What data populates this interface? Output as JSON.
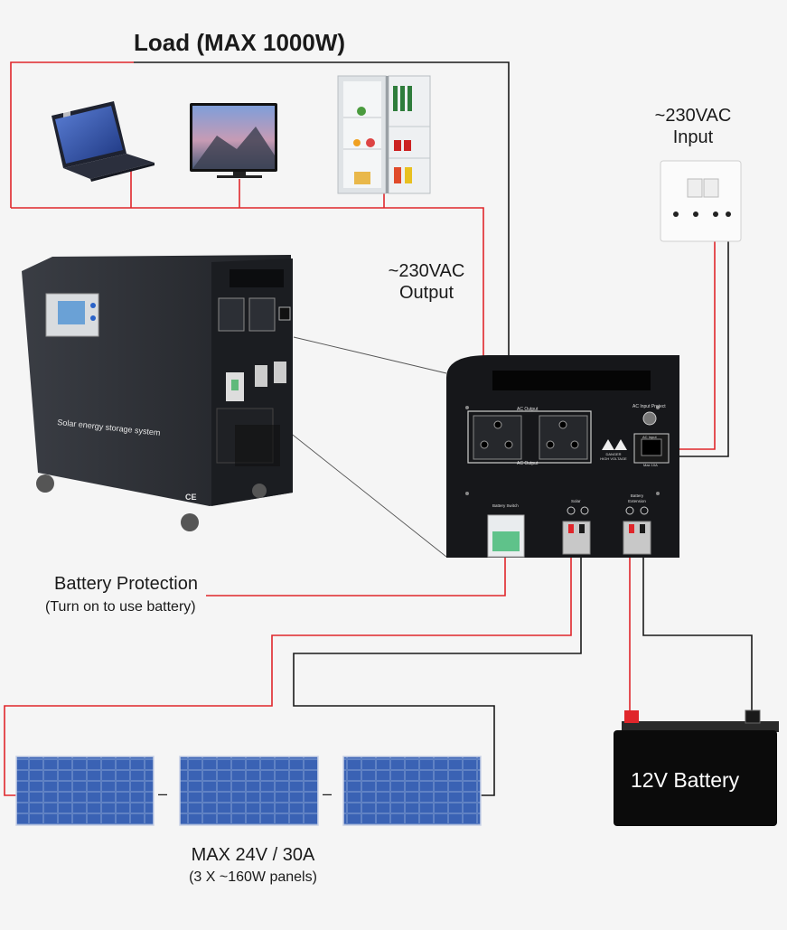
{
  "diagram": {
    "load_title": "Load (MAX 1000W)",
    "ac_input": [
      "~230VAC",
      "Input"
    ],
    "ac_output": [
      "~230VAC",
      "Output"
    ],
    "battery_protection": {
      "title": "Battery Protection",
      "subtitle": "(Turn on to use battery)"
    },
    "solar": {
      "title": "MAX 24V / 30A",
      "subtitle": "(3 X ~160W panels)",
      "separator": "–"
    },
    "battery_label": "12V Battery",
    "unit_label": "Solar energy storage system",
    "unit_ce": "CE",
    "panel_labels": {
      "ac_output": "AC Output",
      "ac_input_protect": "AC Input Protect",
      "ac_input": "AC Input",
      "max": "Max 10A",
      "battery_switch": "Battery Switch",
      "solar": "Solar",
      "battery_extension": [
        "Battery",
        "Extension"
      ],
      "danger": [
        "DANGER",
        "HIGH VOLTAGE"
      ]
    },
    "devices": [
      "laptop-icon",
      "tv-icon",
      "fridge-icon",
      "wall-socket-icon",
      "solar-panel-icon",
      "battery-icon",
      "inverter-unit-icon"
    ],
    "colors": {
      "live_wire": "#e0262b",
      "neutral_wire": "#1a1a1a",
      "panel_blue": "#2d4f9a",
      "unit_body": "#2a2d33",
      "background": "#f5f5f5"
    }
  }
}
